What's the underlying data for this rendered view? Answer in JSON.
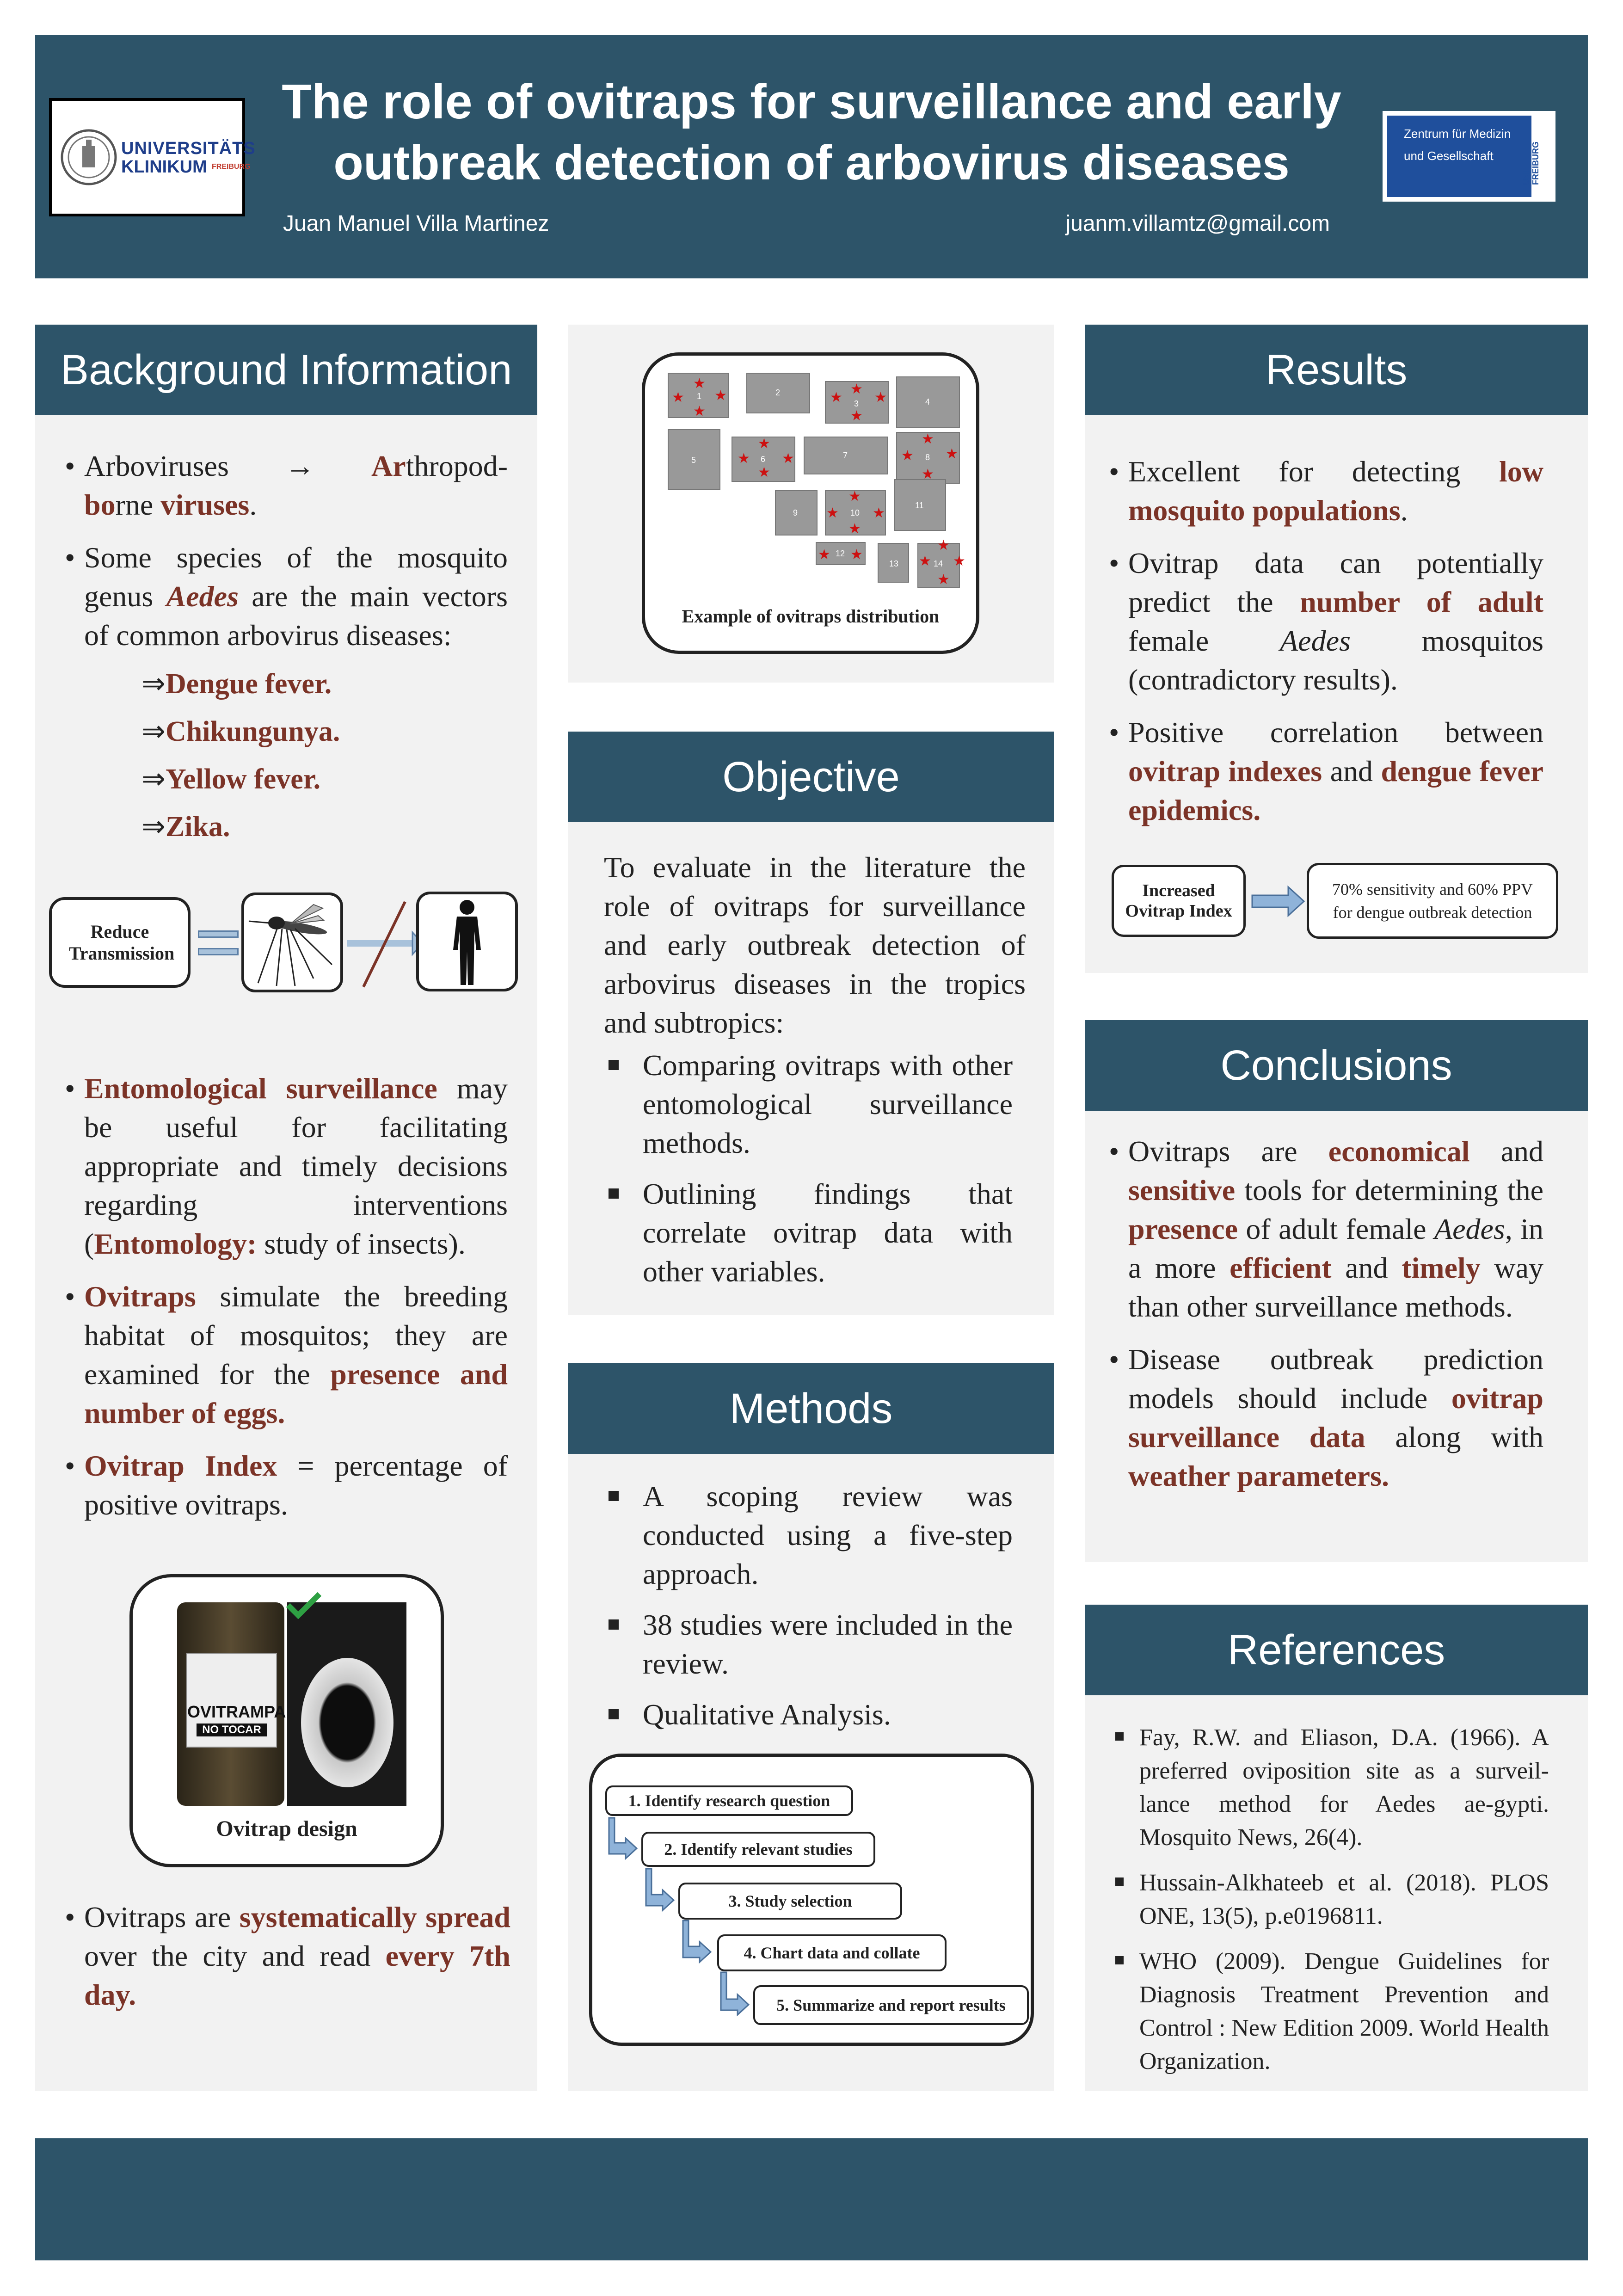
{
  "header": {
    "title_line1": "The role of ovitraps for surveillance and early",
    "title_line2": "outbreak detection of arbovirus diseases",
    "author": "Juan Manuel Villa Martinez",
    "email": "juanm.villamtz@gmail.com",
    "left_logo": {
      "line1": "UNIVERSITÄTS",
      "line2": "KLINIKUM",
      "line3": "FREIBURG"
    },
    "right_logo": {
      "line1": "Zentrum für Medizin",
      "line2": "und Gesellschaft",
      "side": "UNI FREIBURG"
    }
  },
  "background": {
    "heading": "Background Information",
    "b1": {
      "p1": "Arboviruses",
      "arrow": "→",
      "hl1": "Ar",
      "p2": "thropod-",
      "hl2": "bo",
      "p3": "rne ",
      "hl3": "viruses",
      "p4": "."
    },
    "b2": {
      "p1": "Some species of the mosquito genus ",
      "hl": "Aedes",
      "p2": " are the main vectors of common arbovirus diseases:"
    },
    "diseases": [
      "Dengue fever.",
      "Chikungunya.",
      "Yellow fever.",
      "Zika."
    ],
    "implies": "⇒",
    "reduce_box": "Reduce Transmission",
    "b3": {
      "hl1": "Entomological surveillance",
      "p1": " may be useful for facilitating appropriate and timely decisions regarding interventions (",
      "hl2": "Entomology:",
      "p2": " study of insects)."
    },
    "b4": {
      "hl1": "Ovitraps",
      "p1": " simulate the breeding habitat of mosquitos; they are examined for the ",
      "hl2": "presence and number of eggs."
    },
    "b5": {
      "hl1": "Ovitrap Index",
      "p1": " = percentage of positive ovitraps."
    },
    "ovitrap_label_line1": "OVITRAMPA",
    "ovitrap_label_line2": "NO TOCAR",
    "ovitrap_caption": "Ovitrap design",
    "b6": {
      "p1": "Ovitraps are ",
      "hl1": "systematically spread",
      "p2": " over the city and read ",
      "hl2": "every 7th day."
    }
  },
  "distribution": {
    "caption": "Example of ovitraps distribution",
    "cells": [
      "1",
      "2",
      "3",
      "4",
      "5",
      "6",
      "7",
      "8",
      "9",
      "10",
      "11",
      "12",
      "13",
      "14"
    ]
  },
  "objective": {
    "heading": "Objective",
    "text": "To evaluate in the literature the role of ovitraps for surveillance and early outbreak detection of arbovirus diseases in the tropics and subtropics:",
    "items": [
      "Comparing ovitraps with other entomological surveillance methods.",
      "Outlining findings that correlate ovitrap data with other variables."
    ]
  },
  "methods": {
    "heading": "Methods",
    "items": [
      "A scoping review was conducted using a five-step approach.",
      "38 studies were included in the review.",
      "Qualitative Analysis."
    ],
    "steps": [
      "1. Identify research question",
      "2. Identify relevant studies",
      "3.  Study selection",
      "4. Chart data and collate",
      "5. Summarize and report results"
    ]
  },
  "results": {
    "heading": "Results",
    "r1": {
      "p1": "Excellent for detecting ",
      "hl": "low mosquito populations",
      "p2": "."
    },
    "r2": {
      "p1": "Ovitrap data can potentially predict the ",
      "hl": "number of adult",
      "p2": " female ",
      "it": "Aedes",
      "p3": " mosquitos (contradictory results)."
    },
    "r3": {
      "p1": "Positive correlation between ",
      "hl1": "ovitrap indexes",
      "p2": " and ",
      "hl2": "dengue fever epidemics."
    },
    "box_left": "Increased Ovitrap Index",
    "box_right_line1": "70% sensitivity and 60% PPV",
    "box_right_line2": "for  dengue outbreak detection"
  },
  "conclusions": {
    "heading": "Conclusions",
    "c1": {
      "p1": "Ovitraps are ",
      "hl1": "economical",
      "p2": " and ",
      "hl2": "sensitive",
      "p3": " tools for determining the ",
      "hl3": "presence",
      "p4": " of adult female ",
      "it": "Aedes",
      "p5": ", in a more ",
      "hl4": "efficient",
      "p6": " and ",
      "hl5": "timely",
      "p7": " way than other surveillance methods."
    },
    "c2": {
      "p1": "Disease outbreak prediction models should include ",
      "hl1": "ovitrap surveillance data",
      "p2": " along with ",
      "hl2": "weather parameters",
      "p3": "."
    }
  },
  "references": {
    "heading": "References",
    "items": [
      "Fay, R.W. and Eliason, D.A. (1966). A preferred oviposition site as a surveil-lance method for Aedes ae-gypti. Mosquito News, 26(4).",
      "Hussain-Alkhateeb et al. (2018). PLOS ONE, 13(5), p.e0196811.",
      "WHO (2009). Dengue Guidelines for Diagnosis Treatment Prevention and Control : New Edition 2009. World Health Organization."
    ]
  },
  "colors": {
    "navy": "#2d5469",
    "highlight": "#7b3327",
    "panel": "#f2f2f2",
    "logo_blue": "#1f4f9c",
    "star_red": "#cc1111"
  }
}
